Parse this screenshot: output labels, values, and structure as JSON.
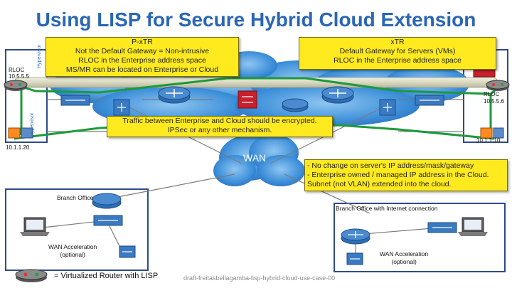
{
  "title": "Using LISP for Secure Hybrid Cloud Extension",
  "callouts": {
    "pxtr": [
      "P-xTR",
      "Not the Default Gateway = Non-intrusive",
      "RLOC in the Enterprise address space",
      "MS/MR can be located on Enterprise or Cloud"
    ],
    "xtr": [
      "xTR",
      "Default Gateway for Servers (VMs)",
      "RLOC in the Enterprise address space"
    ],
    "encryption": [
      "Traffic between Enterprise and Cloud should be encrypted.",
      "IPSec or any other mechanism."
    ],
    "cloud_subnet": [
      "- No change on server's IP address/mask/gateway",
      "- Enterprise owned / managed IP address in the Cloud.",
      "Subnet (not VLAN) extended into the cloud."
    ]
  },
  "labels": {
    "rloc_left": [
      "RLOC",
      "10.5.5.5"
    ],
    "rloc_right": [
      "RLOC",
      "10.5.5.6"
    ],
    "ip_left": "10.1.1.20",
    "ip_right": "10.1.1.10",
    "wan": "WAN",
    "branch_office": "Branch Office",
    "branch_office_internet": "Branch Office with Internet connection",
    "wan_accel_left": [
      "WAN Acceleration",
      "(optional)"
    ],
    "wan_accel_right": [
      "WAN Acceleration",
      "(optional)"
    ],
    "hypervisor": "Hypervisor"
  },
  "legend": "= Virtualized Router with LISP",
  "footer": "draft-freitasbellagamba-lisp-hybrid-cloud-use-case-00"
}
